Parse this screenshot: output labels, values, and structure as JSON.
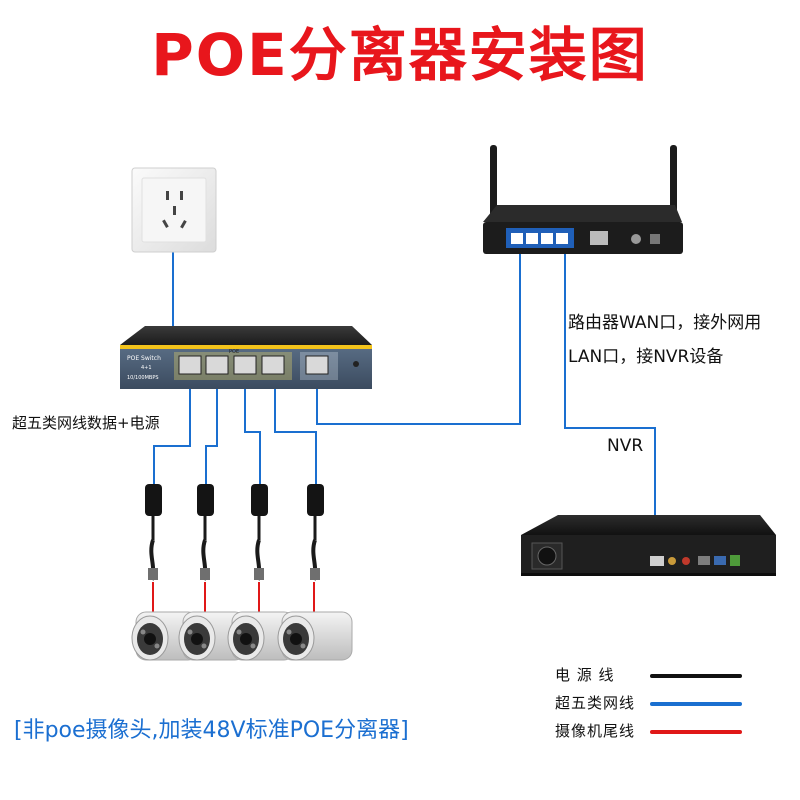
{
  "title": "POE分离器安装图",
  "switch": {
    "brand": "POE Switch",
    "model": "4+1",
    "speed": "10/100MBPS",
    "poe_label": "POE"
  },
  "labels": {
    "router_note_line1": "路由器WAN口，接外网用",
    "router_note_line2": "LAN口，接NVR设备",
    "nvr": "NVR",
    "cable_note": "超五类网线数据+电源",
    "bottom_note": "[非poe摄像头,加装48V标准POE分离器]"
  },
  "legend": [
    {
      "label": "电 源 线",
      "color": "#111111"
    },
    {
      "label": "超五类网线",
      "color": "#1a6fd0"
    },
    {
      "label": "摄像机尾线",
      "color": "#e01818"
    }
  ],
  "colors": {
    "title": "#e8161c",
    "network_cable": "#1a6fd0",
    "power_cable": "#111111",
    "camera_tail": "#e01818"
  },
  "icons": [
    "wall-socket-icon",
    "router-icon",
    "poe-switch-icon",
    "nvr-icon",
    "poe-splitter-icon",
    "bullet-camera-icon"
  ]
}
